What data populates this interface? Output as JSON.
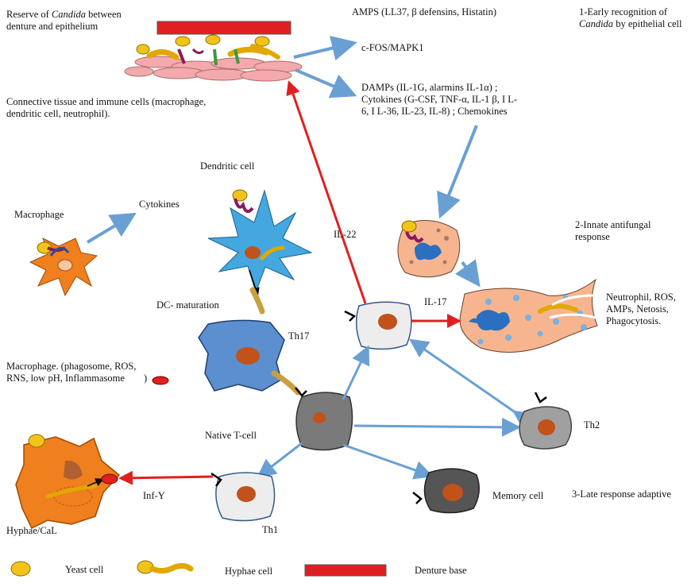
{
  "labels": {
    "reserve_line1": "Reserve of ",
    "reserve_italic": "Candida",
    "reserve_line1_end": " between",
    "reserve_line2": "denture and epithelium",
    "amps": "AMPS (LL37, β defensins, Histatin)",
    "early_line1": "1-Early recognition of",
    "early_italic": "Candida",
    "early_line2_end": " by epithelial cell",
    "cfos": "c-FOS/MAPK1",
    "damps_line1": "DAMPs (IL-1G, alarmins IL-1α) ;",
    "damps_line2": "Cytokines (G-CSF, TNF-α, IL-1 β, I L-",
    "damps_line3": "6, I L-36, IL-23, IL-8) ; Chemokines",
    "connective_line1": "Connective tissue and immune cells (macrophage,",
    "connective_line2": "dendritic cell, neutrophil).",
    "dendritic": "Dendritic cell",
    "macrophage": "Macrophage",
    "cytokines": "Cytokines",
    "il22": "IL-22",
    "innate_line1": "2-Innate antifungal",
    "innate_line2": "response",
    "dc_maturation": "DC- maturation",
    "il17": "IL-17",
    "neutrophil_line1": "Neutrophil, ROS,",
    "neutrophil_line2": "AMPs, Netosis,",
    "neutrophil_line3": "Phagocytosis.",
    "th17": "Th17",
    "macro2_line1": "Macrophage. (phagosome, ROS,",
    "macro2_line2": "RNS, low pH, Inflammasome",
    "macro2_line2_end": ")",
    "native_t": "Native T-cell",
    "th2": "Th2",
    "inf_y": "Inf-Y",
    "memory": "Memory cell",
    "late": "3-Late  response adaptive",
    "th1": "Th1",
    "hyphae_cal": "Hyphae/CaL",
    "legend_yeast": "Yeast cell",
    "legend_hyphae": "Hyphae cell",
    "legend_denture": "Denture base"
  },
  "colors": {
    "blue_arrow": "#6a9fd4",
    "red_arrow": "#e02020",
    "yeast": "#f2c418",
    "macrophage": "#f07f1e",
    "dendritic": "#45a7e0",
    "neutrophil": "#f6b58f",
    "th17": "#5b8fcf",
    "native": "#7a7a7a",
    "memory": "#555555",
    "th2": "#a0a0a0",
    "t_light": "#ededed",
    "nucleus": "#c0521a",
    "epithelium": "#f4a9ad",
    "denture": "#e02020"
  }
}
